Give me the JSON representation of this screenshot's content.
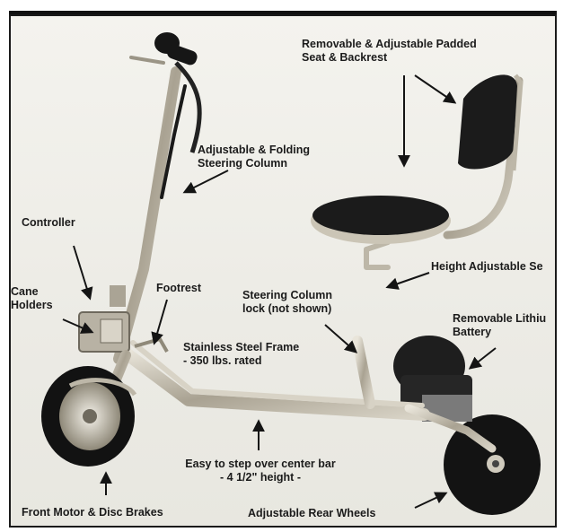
{
  "labels": {
    "seat": [
      "Removable & Adjustable Padded",
      "Seat & Backrest"
    ],
    "steering": [
      "Adjustable & Folding",
      "Steering Column"
    ],
    "controller": "Controller",
    "cane": [
      "Cane",
      "Holders"
    ],
    "footrest": "Footrest",
    "height_seat": "Height Adjustable Se",
    "column_lock": [
      "Steering Column",
      "lock (not shown)"
    ],
    "battery": [
      "Removable Lithiu",
      "Battery"
    ],
    "frame": [
      "Stainless Steel Frame",
      "- 350 lbs. rated"
    ],
    "center_bar": [
      "Easy to step over center bar",
      "- 4 1/2\" height -"
    ],
    "front_motor": "Front Motor & Disc Brakes",
    "rear_wheels": "Adjustable Rear Wheels"
  },
  "colors": {
    "tire": "#141414",
    "frame_metal": "#b9b3a4",
    "seat_pad": "#1c1c1c",
    "label_text": "#1b1b1b"
  }
}
